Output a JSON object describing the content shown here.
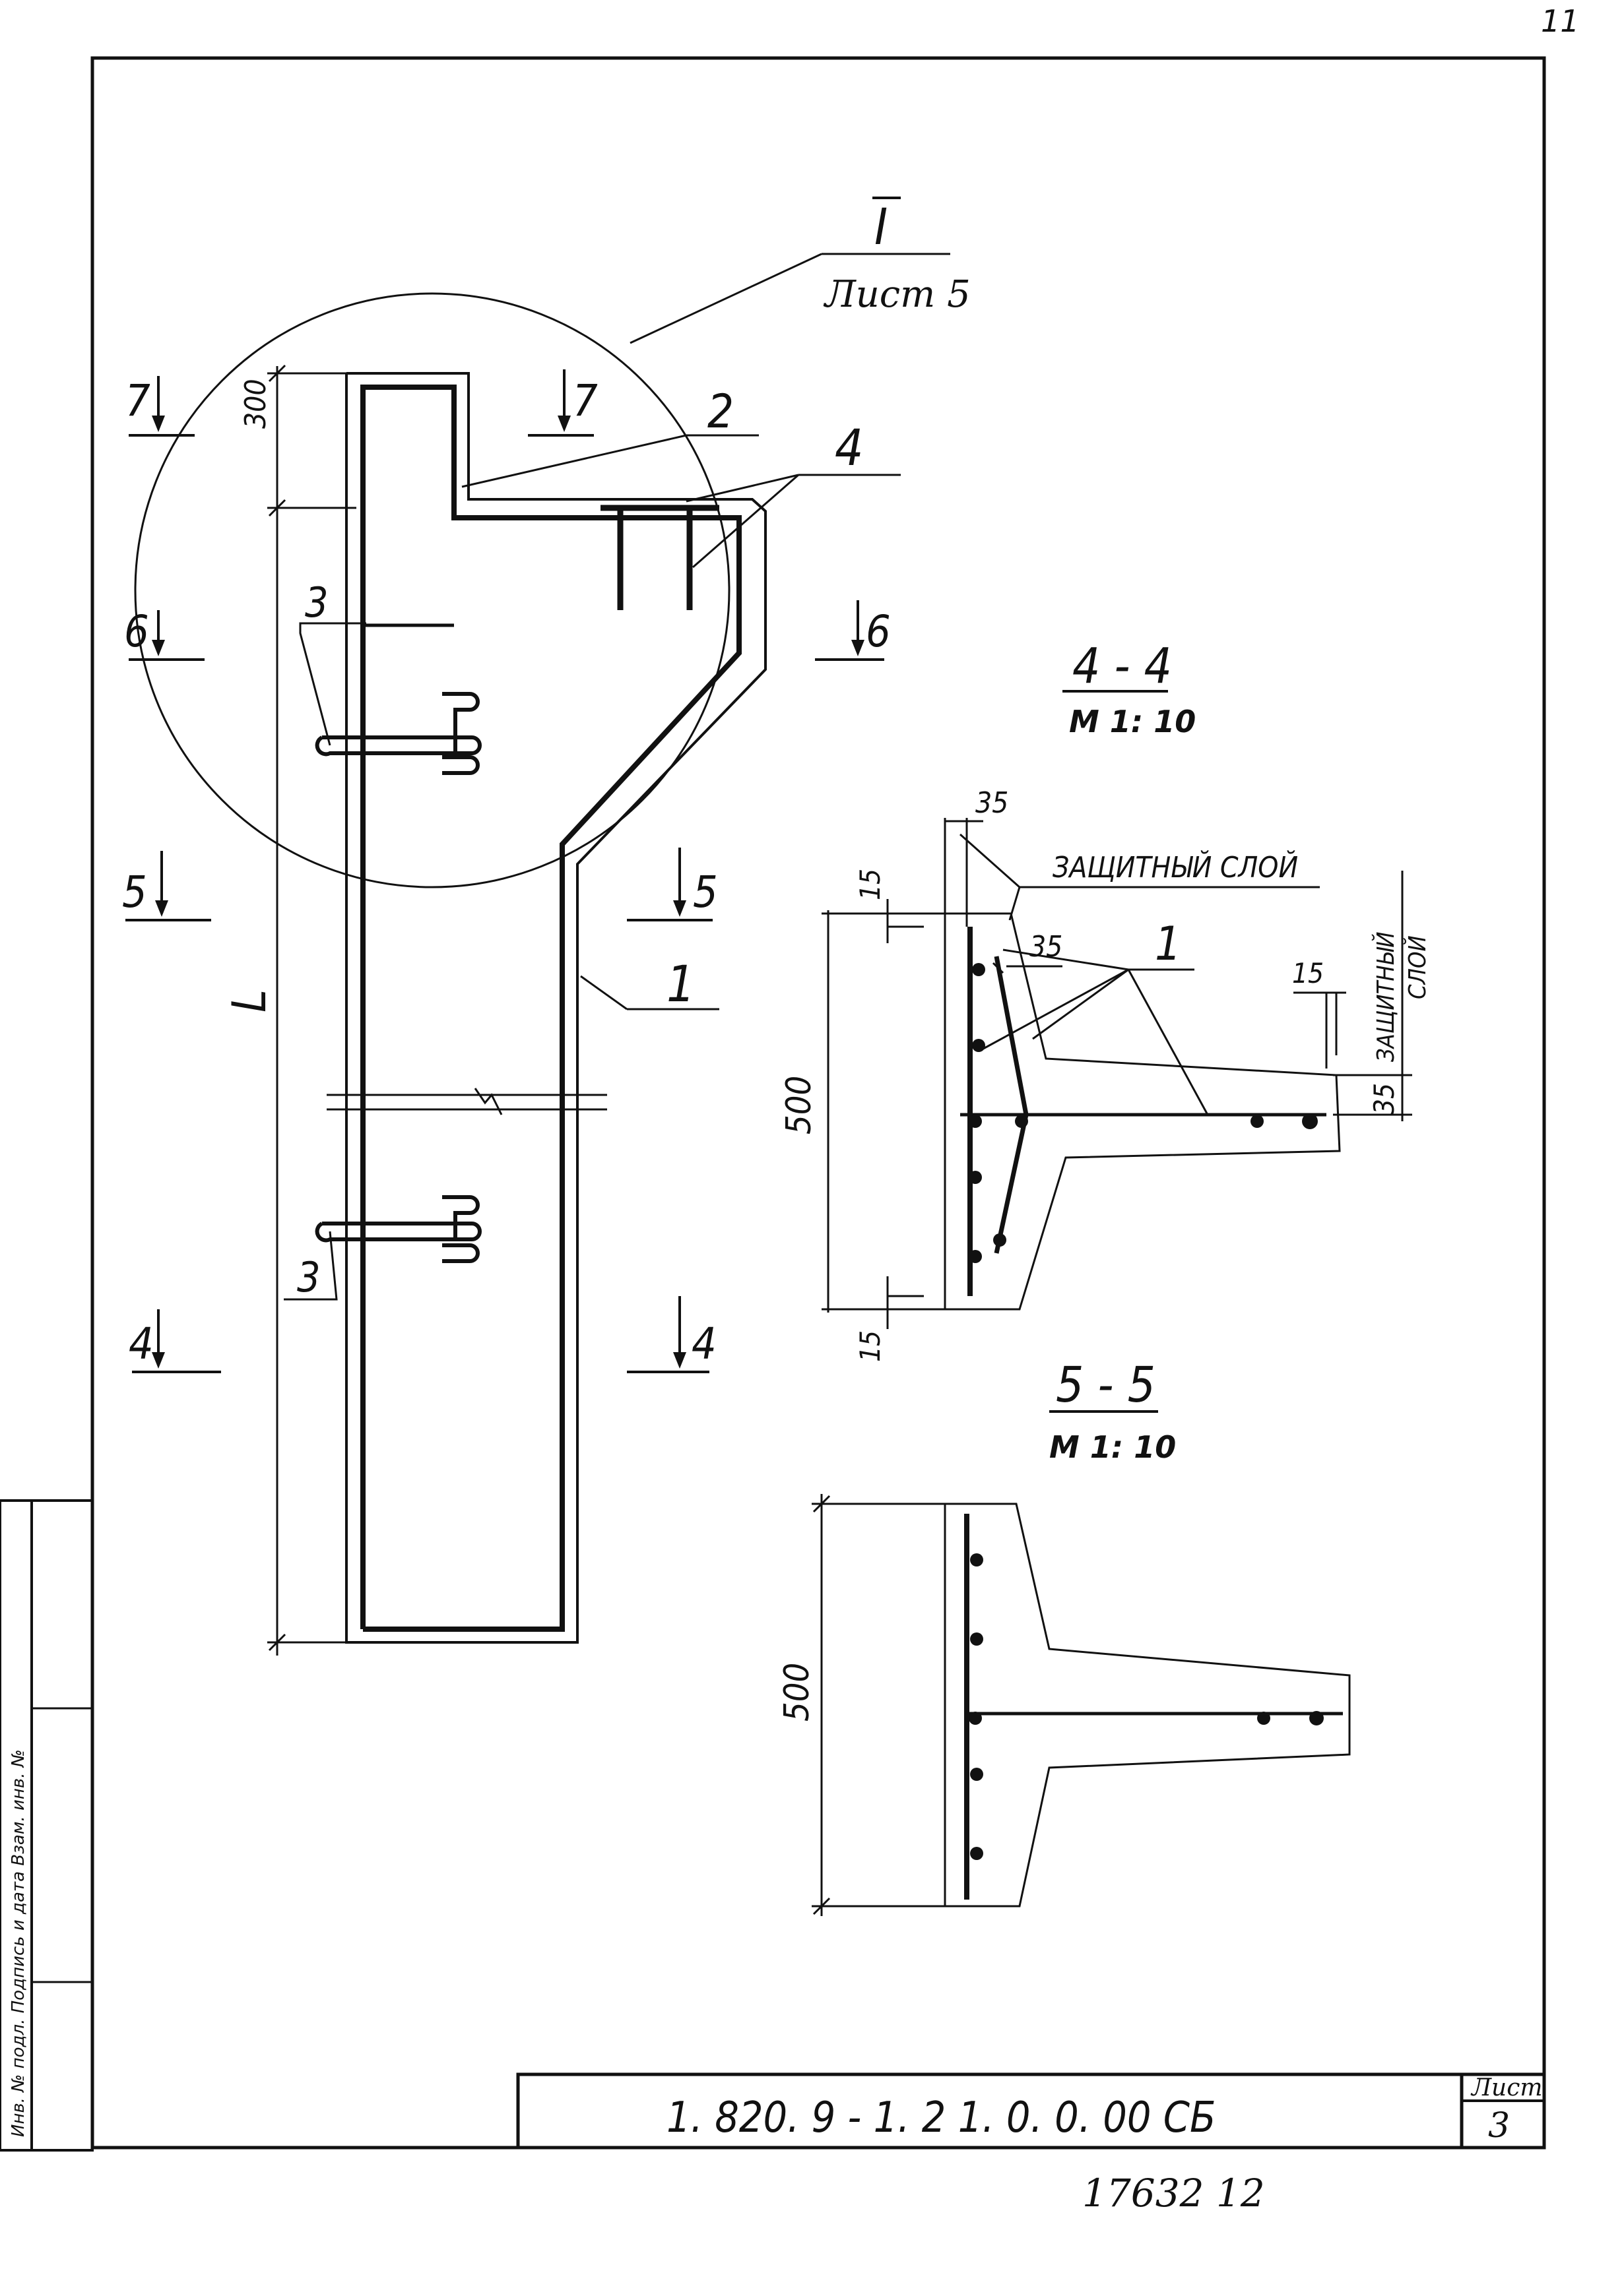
{
  "page": {
    "number": "11"
  },
  "detail": {
    "numeral": "I",
    "sheet_ref": "Лист 5"
  },
  "section_marks": {
    "s7": "7",
    "s6": "6",
    "s5": "5",
    "s4": "4"
  },
  "main": {
    "dim_top": "300",
    "dim_length": "L",
    "positions": {
      "p1": "1",
      "p2": "2",
      "p3": "3",
      "p4": "4"
    }
  },
  "section_4_4": {
    "title": "4 - 4",
    "scale": "М 1: 10",
    "dim_35_top": "35",
    "dim_15_top": "15",
    "dim_35_inner": "35",
    "dim_15_right": "15",
    "dim_35_right": "35",
    "dim_500": "500",
    "dim_15_bottom": "15",
    "cover_label": "ЗАЩИТНЫЙ СЛОЙ",
    "cover_label_vertical_1": "ЗАЩИТНЫЙ",
    "cover_label_vertical_2": "СЛОЙ",
    "position": "1"
  },
  "section_5_5": {
    "title": "5 - 5",
    "scale": "М 1: 10",
    "dim_500": "500"
  },
  "stamp": {
    "code": "1. 820. 9 - 1. 2    1. 0. 0. 00 СБ",
    "sheet_label": "Лист",
    "sheet_number": "3"
  },
  "side_strip": {
    "text": "Инв. № подл.  Подпись и дата  Взам. инв. №"
  },
  "footer": {
    "archive": "17632    12"
  }
}
